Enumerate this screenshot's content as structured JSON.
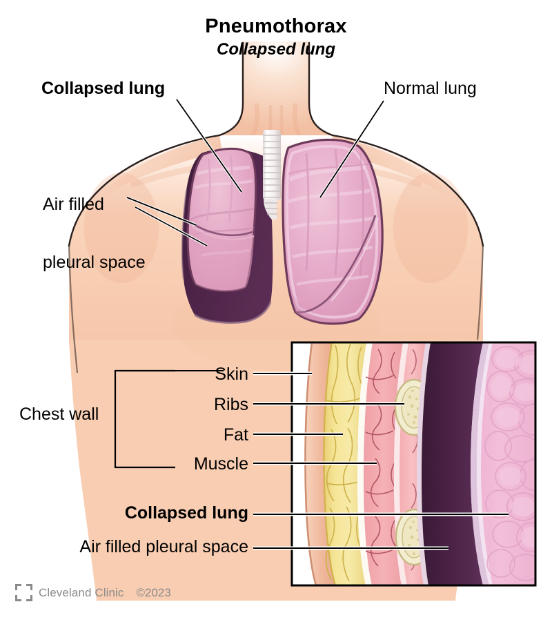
{
  "title": {
    "main": "Pneumothorax",
    "subtitle": "Collapsed lung"
  },
  "labels": {
    "collapsed_lung_top": "Collapsed lung",
    "normal_lung": "Normal lung",
    "air_filled_pleural_space_top_line1": "Air filled",
    "air_filled_pleural_space_top_line2": "pleural space",
    "chest_wall": "Chest wall",
    "skin": "Skin",
    "ribs": "Ribs",
    "fat": "Fat",
    "muscle": "Muscle",
    "collapsed_lung_bottom": "Collapsed lung",
    "air_filled_pleural_space_bottom": "Air filled pleural space"
  },
  "footer": {
    "brand": "Cleveland Clinic",
    "copyright": "©2023",
    "logo_name": "cleveland-clinic-logo"
  },
  "colors": {
    "skin_light": "#fbe0cf",
    "skin_mid": "#f6c9ad",
    "skin_shadow": "#edb195",
    "lung_pink": "#e3a3c0",
    "lung_pink_light": "#eebdd2",
    "lung_outline": "#6d3a5c",
    "pleural_dark": "#50254b",
    "pleural_dark2": "#3d1c3a",
    "fat_yellow": "#f2de8c",
    "fat_yellow_dark": "#d8b94e",
    "muscle_pink": "#f1a1a4",
    "muscle_vessel": "#a84a56",
    "rib_cream": "#f2eccd",
    "rib_outline": "#c9bd86",
    "trachea_white": "#f6f2f2",
    "inset_border": "#000000",
    "leader_line": "#000000",
    "footer_gray": "#8a8a8a"
  },
  "inset": {
    "name": "chest-wall-cross-section-inset",
    "layers": [
      "skin",
      "fat",
      "muscle",
      "ribs",
      "air-filled-pleural-space",
      "collapsed-lung-tissue"
    ]
  },
  "illustration": {
    "name": "pneumothorax-torso-illustration",
    "parts": [
      "torso",
      "neck",
      "trachea",
      "collapsed-left-lung",
      "normal-right-lung",
      "pleural-air-space"
    ]
  }
}
